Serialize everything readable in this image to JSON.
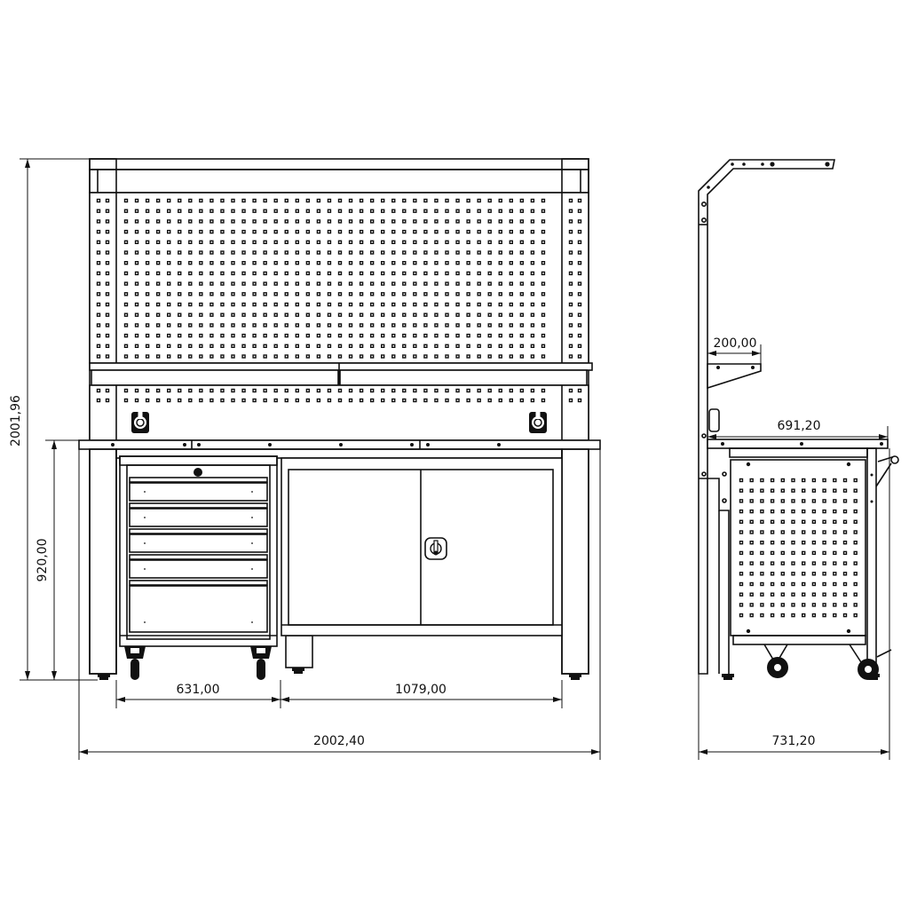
{
  "drawing": {
    "type": "technical-drawing",
    "views": [
      "front-view",
      "side-view"
    ],
    "line_color": "#111111",
    "background": "#ffffff"
  },
  "front_view": {
    "dimensions": {
      "total_height": "2001,96",
      "worktop_height": "920,00",
      "drawer_unit_width": "631,00",
      "cabinet_width": "1079,00",
      "total_width": "2002,40"
    },
    "components": {
      "pegboard_upper": {
        "rows": 16,
        "main_cols": 40,
        "side_cols": 2
      },
      "pegboard_lower": {
        "rows": 2
      },
      "shelf_segments": 2,
      "power_sockets": 2,
      "drawer_unit": {
        "drawers": 5,
        "casters": 2
      },
      "cabinet": {
        "doors": 2,
        "lock": 1
      }
    }
  },
  "side_view": {
    "dimensions": {
      "shelf_depth": "200,00",
      "worktop_depth": "691,20",
      "total_depth": "731,20"
    },
    "components": {
      "pegboard": {
        "rows": 14,
        "cols": 12
      },
      "casters": 2
    }
  }
}
